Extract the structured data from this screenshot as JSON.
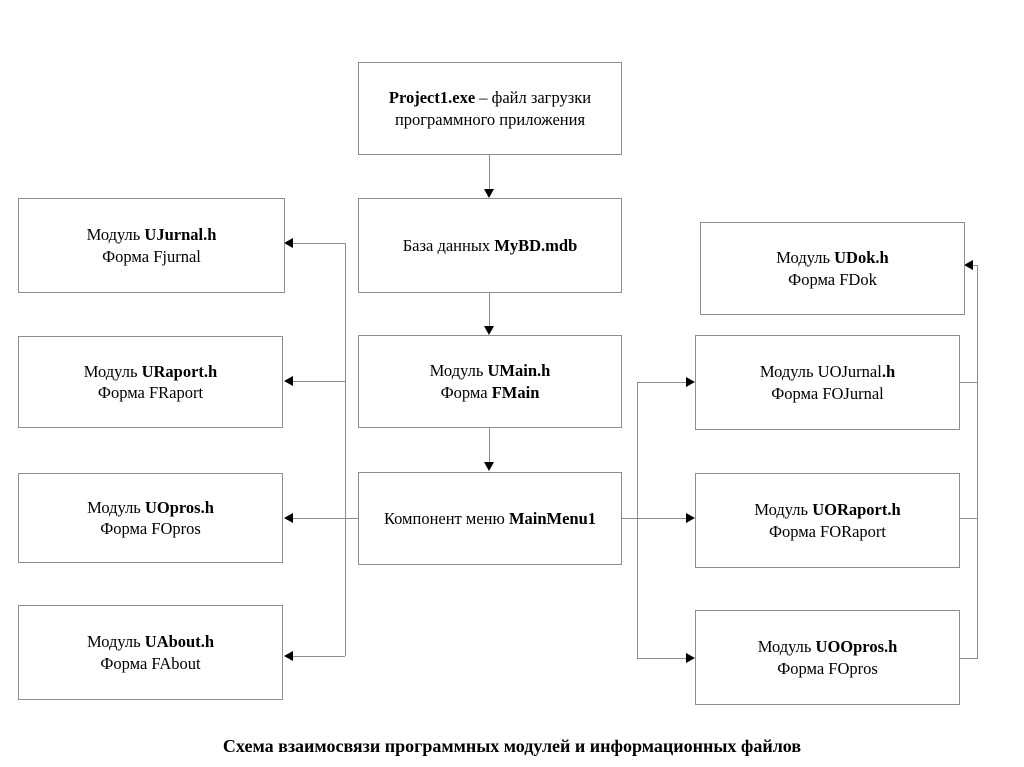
{
  "diagram": {
    "caption": "Схема взаимосвязи программных модулей и информационных файлов",
    "nodes": {
      "project_exe": {
        "line1_prefix": "Project1.exe",
        "line1_suffix": " – файл загрузки",
        "line2": "программного приложения"
      },
      "database": {
        "line1_prefix": "База данных ",
        "line1_bold": "MyBD.mdb",
        "line2": ""
      },
      "umain": {
        "line1_prefix": "Модуль ",
        "line1_bold": "UMain.h",
        "line2_prefix": "Форма ",
        "line2_bold": "FMain"
      },
      "mainmenu": {
        "line1_prefix": "Компонент меню ",
        "line1_bold": "MainMenu1",
        "line2": ""
      },
      "ujurnal": {
        "line1_prefix": "Модуль ",
        "line1_bold": "UJurnal.h",
        "line2": "Форма Fjurnal"
      },
      "uraport": {
        "line1_prefix": "Модуль ",
        "line1_bold": "URaport.h",
        "line2": "Форма FRaport"
      },
      "uopros": {
        "line1_prefix": "Модуль ",
        "line1_bold": "UOpros.h",
        "line2": "Форма FOpros"
      },
      "uabout": {
        "line1_prefix": "Модуль ",
        "line1_bold": "UAbout.h",
        "line2": "Форма FAbout"
      },
      "udok": {
        "line1_prefix": "Модуль ",
        "line1_bold": "UDok.h",
        "line2": "Форма FDok"
      },
      "uojurnal": {
        "line1_prefix": "Модуль UOJurnal",
        "line1_bold": ".h",
        "line2": "Форма  FOJurnal"
      },
      "uoraport": {
        "line1_prefix": "Модуль ",
        "line1_bold": "UORaport.h",
        "line2": "Форма FORaport"
      },
      "uoopros": {
        "line1_prefix": "Модуль ",
        "line1_bold": "UOOpros.h",
        "line2": "Форма FOpros"
      }
    },
    "colors": {
      "box_border": "#8d8d8d",
      "connector": "#8d8d8d",
      "arrowhead": "#000000",
      "text": "#000000",
      "background": "#ffffff"
    }
  }
}
